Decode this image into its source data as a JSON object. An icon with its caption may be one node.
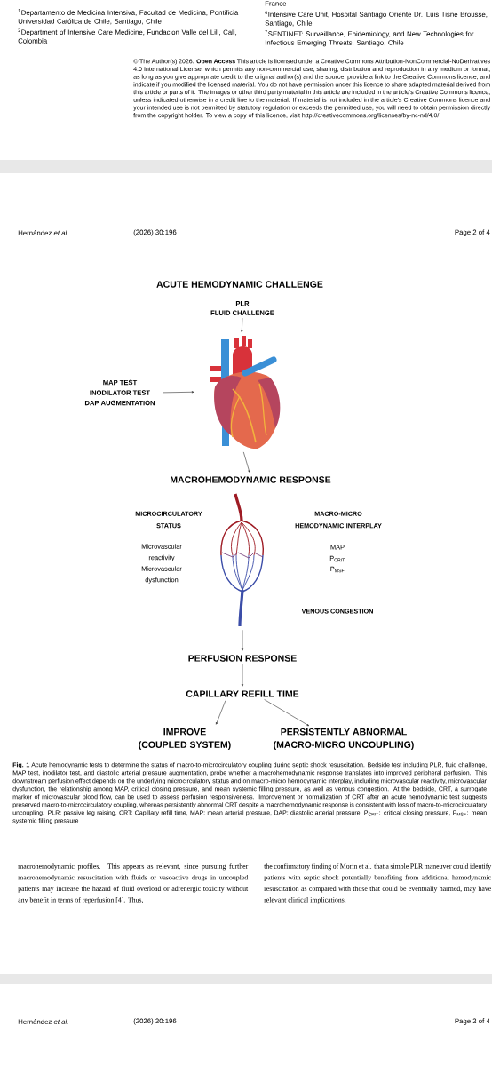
{
  "diagram": {
    "title": "ACUTE HEMODYNAMIC CHALLENGE",
    "caption": "**Fig. 1** Acute hemodynamic tests to determine the status of macro-to-microcirculatory coupling during septic shock resuscitation. Bedside test including PLR, fluid challenge, MAP test, inodilator test, and diastolic arterial pressure augmentation, probe whether a macrohemodynamic response translates into improved peripheral perfusion. This downstream perfusion effect depends on the underlying microcirculatory status and on macro-micro hemodynamic interplay, including microvascular reactivity, microvascular dysfunction, the relationship among MAP, critical closing pressure, and mean systemic filling pressure, as well as venous congestion. At the bedside, CRT, a surrogate marker of microvascular blood flow, can be used to assess perfusion responsiveness. Improvement or normalization of CRT after an acute hemodynamic test suggests preserved macro-to-microcirculatory coupling, whereas persistently abnormal CRT despite a macrohemodynamic response is consistent with loss of macro-to-microcirculatory uncoupling. PLR: passive leg raising, CRT: Capillary refill time, MAP: mean arterial pressure, DAP: diastolic arterial pressure, P$_{CRIT}$: critical closing pressure, P$_{MSF}$: mean systemic filling pressure",
    "nodes": [
      {
        "text": [
          "PLR",
          "FLUID CHALLENGE"
        ]
      },
      {
        "text": [
          "MAP TEST",
          "INODILATOR TEST",
          "DAP AUGMENTATION"
        ]
      },
      {
        "text": [],
        "shape": "picture"
      },
      {
        "text": [
          "MACROHEMODYNAMIC RESPONSE"
        ]
      },
      {
        "text": [],
        "shape": "picture"
      },
      {
        "text": [
          "PERFUSION RESPONSE"
        ]
      },
      {
        "text": [
          "CAPILLARY REFILL TIME"
        ]
      },
      {
        "text": [
          "IMPROVE",
          "(COUPLED SYSTEM)"
        ]
      },
      {
        "text": [
          "PERSISTENTLY ABNORMAL",
          "(MACRO-MICRO UNCOUPLING)"
        ]
      }
    ],
    "edges": [
      {
        "from": 0,
        "to": 2,
        "arrow": "to"
      },
      {
        "from": 1,
        "to": 2,
        "arrow": "to"
      },
      {
        "from": 2,
        "to": 3,
        "arrow": "to"
      },
      {
        "from": 4,
        "to": 5,
        "arrow": "to"
      },
      {
        "from": 5,
        "to": 6,
        "arrow": "to"
      },
      {
        "from": 6,
        "to": 7,
        "arrow": "to"
      },
      {
        "from": 6,
        "to": 8,
        "arrow": "to"
      }
    ],
    "labels": [
      "$^{1}$Departamento de Medicina Intensiva, Facultad de Medicina, Pontificia Universidad Católica de Chile, Santiago, Chile",
      "$^{2}$Department of Intensive Care Medicine, Fundacion Valle del Lili, Cali, Colombia",
      "France",
      "$^{6}$Intensive Care Unit, Hospital Santiago Oriente Dr. Luis Tisné Brousse, Santiago, Chile",
      "$^{7}$SENTINET: Surveillance, Epidemiology, and New Technologies for Infectious Emerging Threats, Santiago, Chile",
      "© The Author(s) 2026. **Open Access** This article is licensed under a Creative Commons Attribution-NonCommercial-NoDerivatives 4.0 International License, which permits any non-commercial use, sharing, distribution and reproduction in any medium or format, as long as you give appropriate credit to the original author(s) and the source, provide a link to the Creative Commons licence, and indicate if you modified the licensed material. You do not have permission under this licence to share adapted material derived from this article or parts of it. The images or other third party material in this article are included in the article's Creative Commons licence, unless indicated otherwise in a credit line to the material. If material is not included in the article's Creative Commons licence and your intended use is not permitted by statutory regulation or exceeds the permitted use, you will need to obtain permission directly from the copyright holder. To view a copy of this licence, visit http://creativecommons.org/licenses/by-nc-nd/4.0/.",
      "Hernández *et al.*",
      "(2026) 30:196",
      "Page 2 of 4",
      "MICROCIRCULATORY STATUS",
      "Microvascular reactivity",
      "Microvascular dysfunction",
      "MACRO-MICRO HEMODYNAMIC INTERPLAY",
      "MAP",
      "P$_{CRIT}$",
      "P$_{MSF}$",
      "VENOUS CONGESTION",
      "macrohemodynamic profiles. This appears as relevant, since pursuing further macrohemodynamic resuscitation with fluids or vasoactive drugs in uncoupled patients may increase the hazard of fluid overload or adrenergic toxicity without any benefit in terms of reperfusion [4]. Thus,",
      "the confirmatory finding of Morin et al. that a simple PLR maneuver could identify patients with septic shock potentially benefiting from additional hemodynamic resuscitation as compared with those that could be eventually harmed, may have relevant clinical implications.",
      "Hernández *et al.*",
      "(2026) 30:196",
      "Page 3 of 4"
    ]
  }
}
